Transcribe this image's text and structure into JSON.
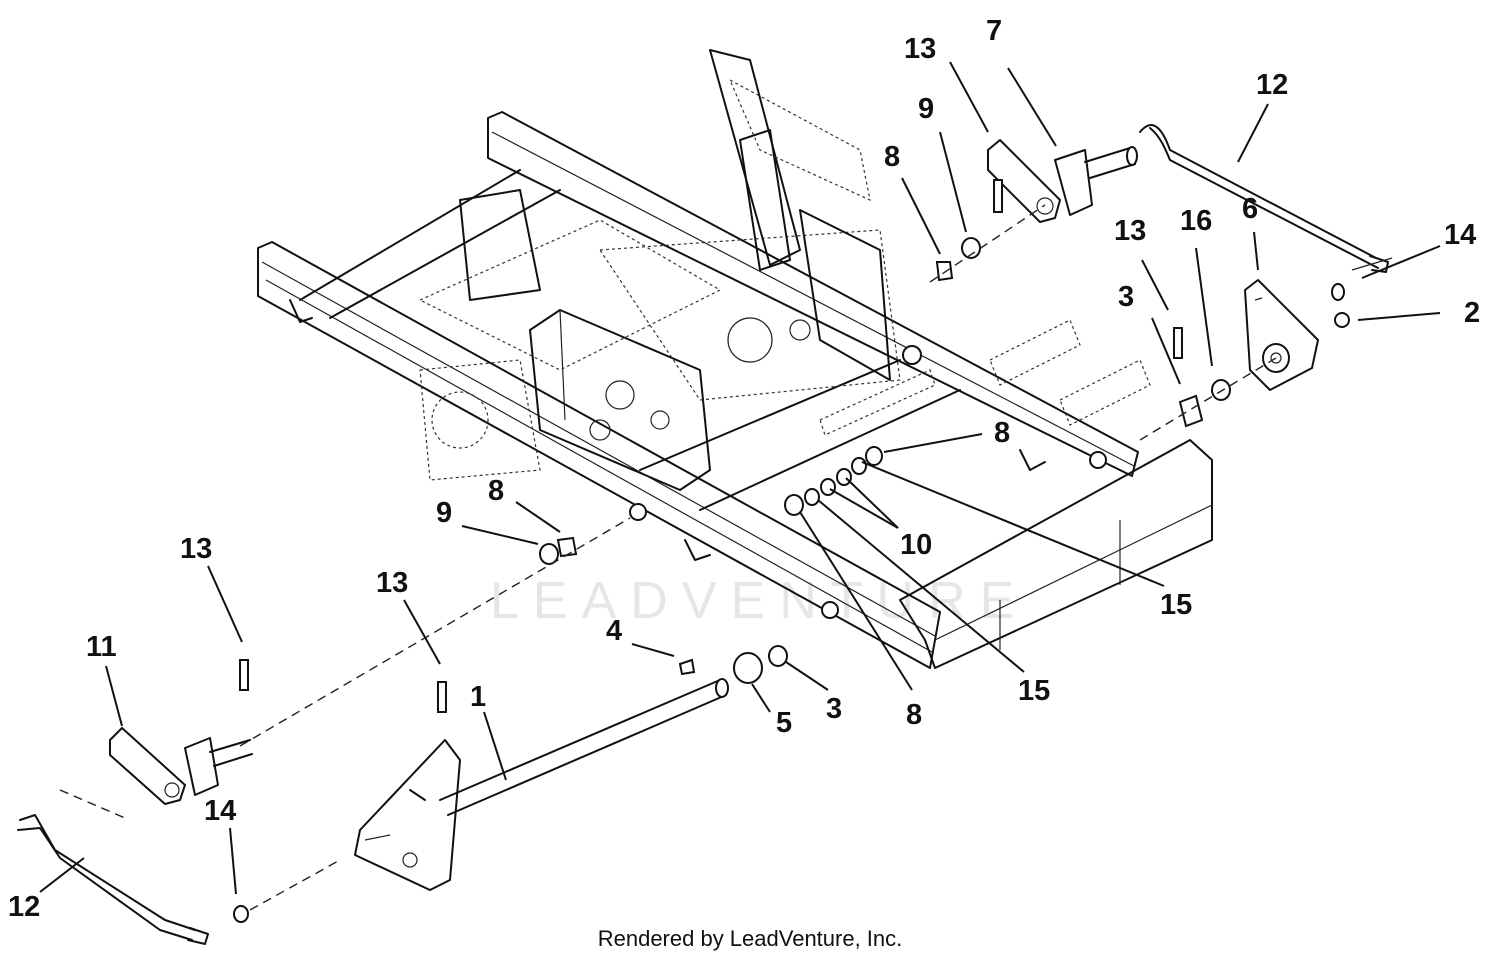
{
  "diagram": {
    "watermark": "LEADVENTURE",
    "credit": "Rendered by LeadVenture, Inc.",
    "callouts": {
      "c13_top": "13",
      "c7": "7",
      "c12_top": "12",
      "c9_top": "9",
      "c8_top": "8",
      "c13_right": "13",
      "c16": "16",
      "c6": "6",
      "c14_top": "14",
      "c3_right": "3",
      "c2": "2",
      "c8_mid": "8",
      "c10": "10",
      "c15_upper": "15",
      "c8_left": "8",
      "c9_left": "9",
      "c13_left": "13",
      "c13_center": "13",
      "c4": "4",
      "c11": "11",
      "c1": "1",
      "c3_lower": "3",
      "c5": "5",
      "c8_lower": "8",
      "c15_lower": "15",
      "c14_bottom": "14",
      "c12_bottom": "12"
    }
  }
}
